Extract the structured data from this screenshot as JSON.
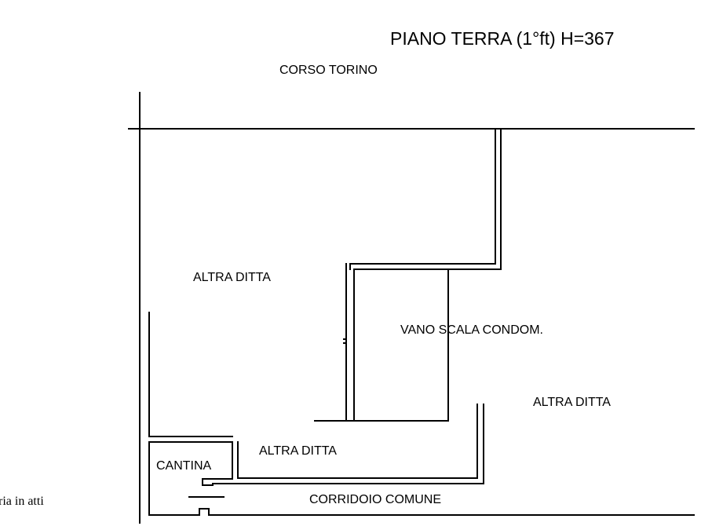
{
  "title": "PIANO TERRA (1°ft) H=367",
  "street": "CORSO TORINO",
  "rooms": {
    "altra_ditta_1": "ALTRA DITTA",
    "vano_scala": "VANO SCALA CONDOM.",
    "altra_ditta_2": "ALTRA DITTA",
    "altra_ditta_3": "ALTRA DITTA",
    "cantina": "CANTINA",
    "corridoio": "CORRIDOIO COMUNE"
  },
  "margin_note": "ria in atti"
}
